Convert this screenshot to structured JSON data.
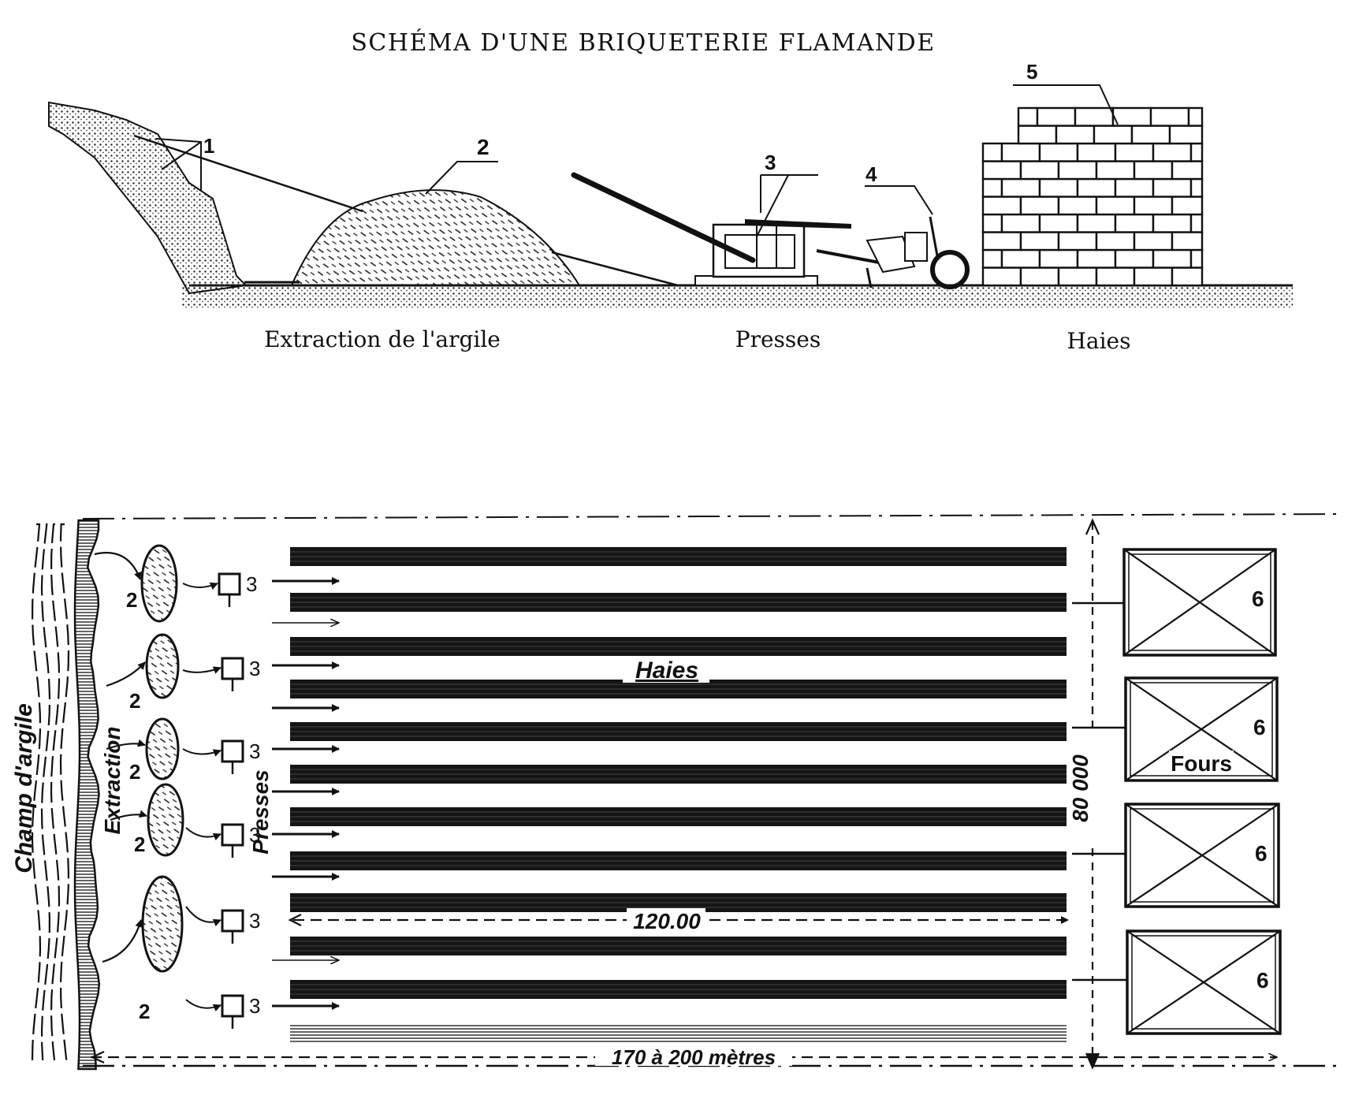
{
  "title": "SCHÉMA D'UNE BRIQUETERIE FLAMANDE",
  "elevation": {
    "callouts": [
      "1",
      "2",
      "3",
      "4",
      "5"
    ],
    "captions": {
      "extraction": "Extraction de l'argile",
      "presses": "Presses",
      "haies": "Haies"
    }
  },
  "plan": {
    "labels": {
      "champ": "Champ d'argile",
      "extraction": "Extraction",
      "presses": "Presses",
      "haies": "Haies",
      "fours": "Fours"
    },
    "heap_number": "2",
    "press_number": "3",
    "kiln_number": "6",
    "dimensions": {
      "rows_length": "120.00",
      "width": "170 à 200 mètres",
      "height": "80 000"
    }
  },
  "colors": {
    "ink": "#111111",
    "paper": "#ffffff"
  }
}
